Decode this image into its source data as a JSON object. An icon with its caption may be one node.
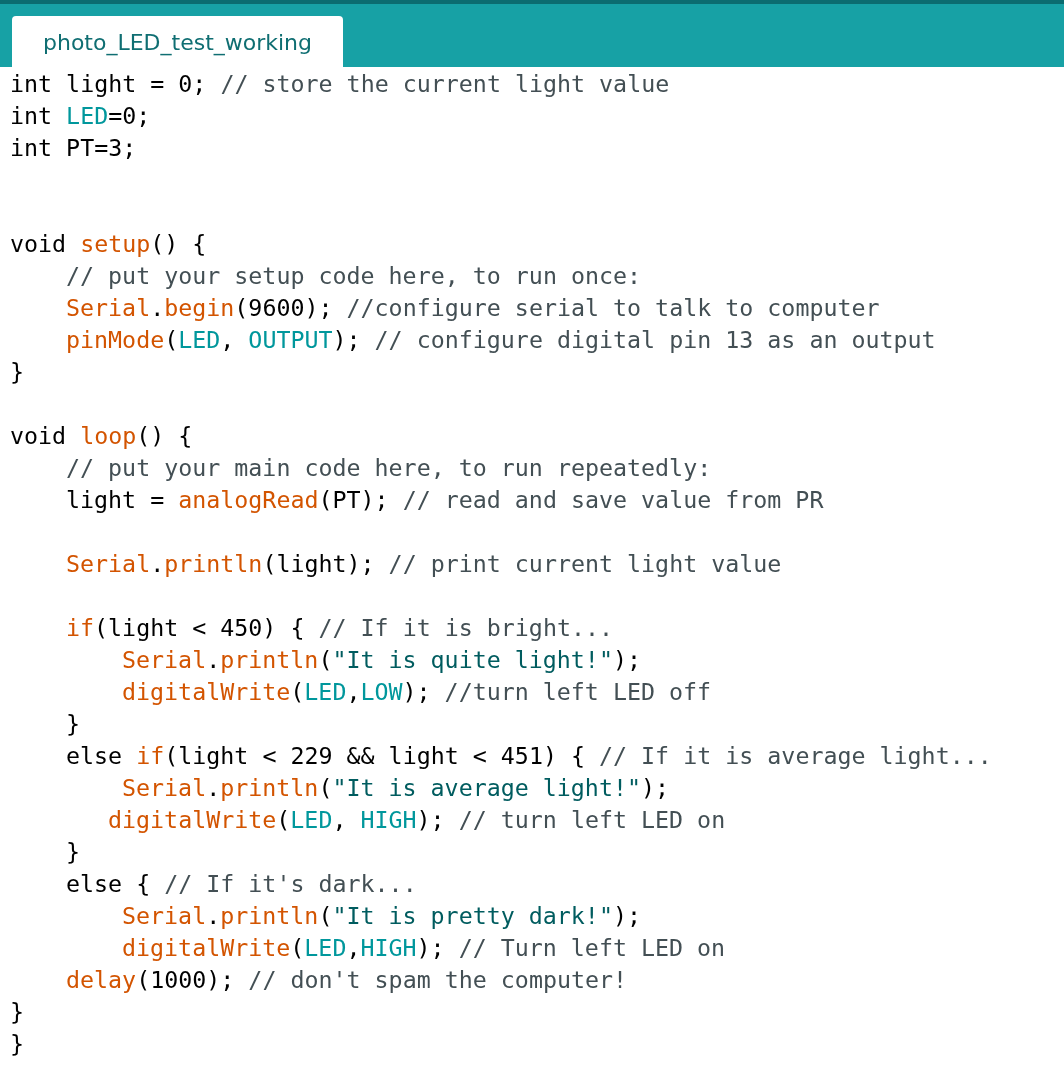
{
  "diagram": {
    "labels": [
      "photo_LED_test_working",
      "int light = 0; // store the current light value",
      "int LED=0;",
      "int PT=3;",
      "void setup() {",
      "// put your setup code here, to run once:",
      "Serial.begin(9600); //configure serial to talk to computer",
      "pinMode(LED, OUTPUT); // configure digital pin 13 as an output",
      "}",
      "void loop() {",
      "// put your main code here, to run repeatedly:",
      "light = analogRead(PT); // read and save value from PR",
      "Serial.println(light); // print current light value",
      "if(light < 450) { // If it is bright...",
      "Serial.println(\"It is quite light!\");",
      "digitalWrite(LED,LOW); //turn left LED off",
      "}",
      "else if(light < 229 && light < 451) { // If it is average light...",
      "Serial.println(\"It is average light!\");",
      "digitalWrite(LED, HIGH); // turn left LED on",
      "}",
      "else { // If it's dark...",
      "Serial.println(\"It is pretty dark!\");",
      "digitalWrite(LED,HIGH); // Turn left LED on",
      "delay(1000); // don't spam the computer!",
      "}",
      "}"
    ]
  }
}
